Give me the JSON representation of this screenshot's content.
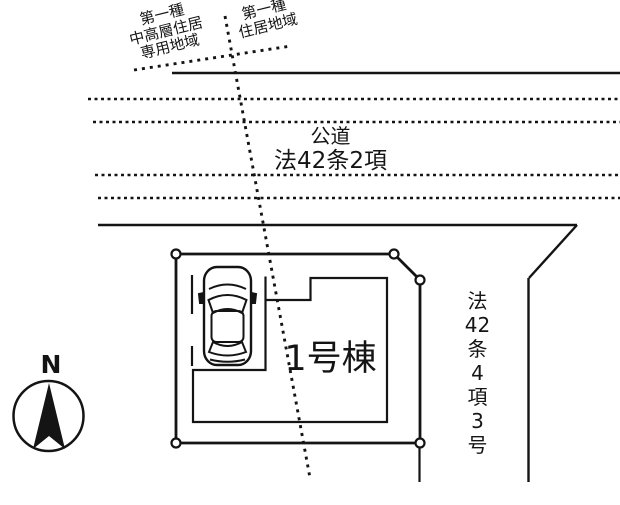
{
  "zoning_labels": {
    "left_block": {
      "line1": "第一種",
      "line2": "中高層住居",
      "line3": "専用地域"
    },
    "right_block": {
      "line1": "第一種",
      "line2": "住居地域"
    }
  },
  "main_road": {
    "name": "公道",
    "law": "法42条2項"
  },
  "side_road": {
    "law_lines": [
      "法",
      "42",
      "条",
      "4",
      "項",
      "3",
      "号"
    ]
  },
  "lot": {
    "building_label": "1号棟"
  },
  "compass": {
    "label": "N"
  },
  "colors": {
    "ink": "#141414",
    "background": "#ffffff"
  }
}
